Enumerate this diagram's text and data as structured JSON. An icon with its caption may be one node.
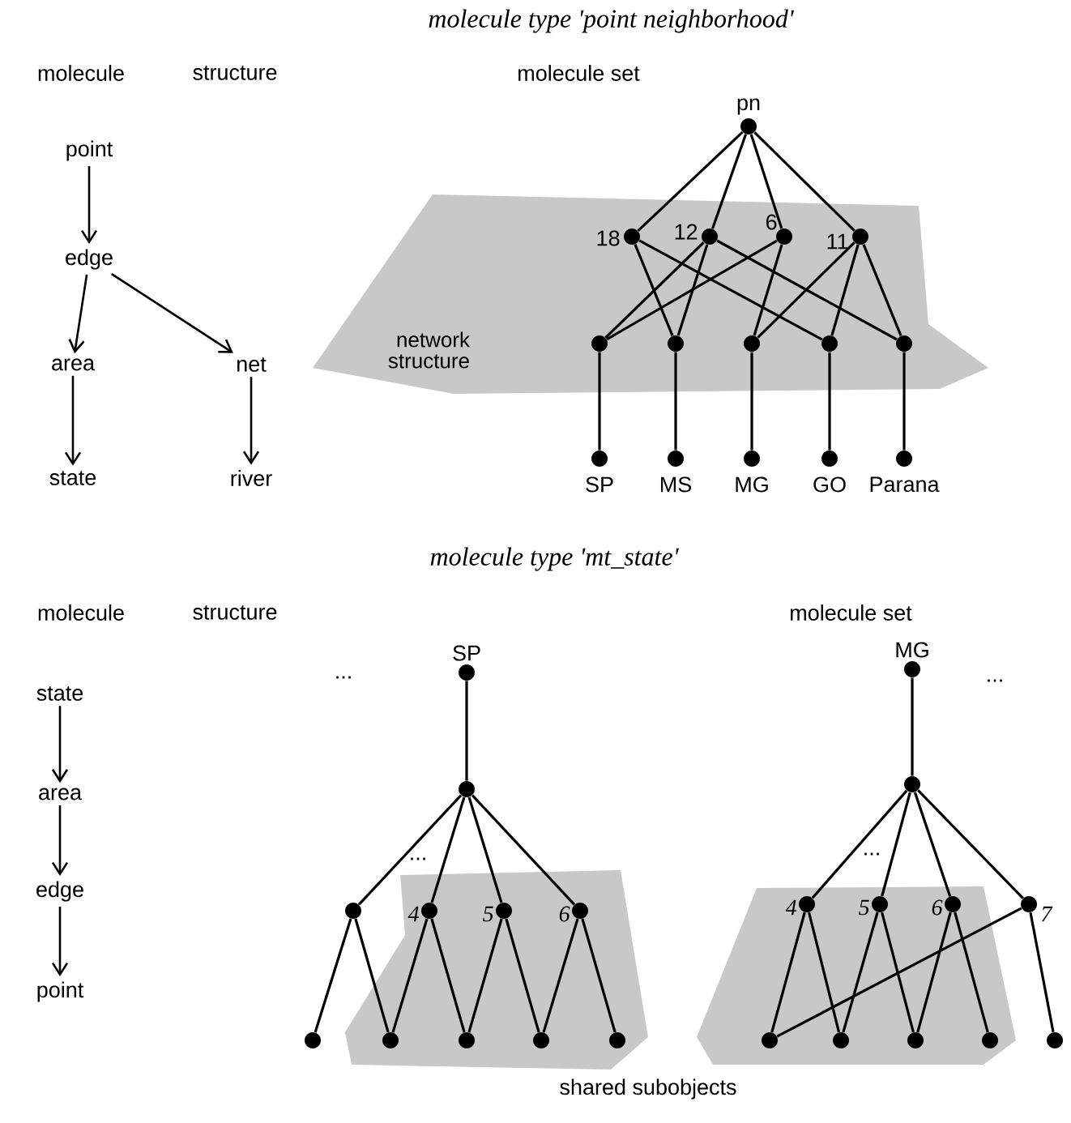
{
  "diagram": {
    "nodes": [
      {
        "text": [
          "point"
        ]
      },
      {
        "text": [
          "edge"
        ]
      },
      {
        "text": [
          "area"
        ]
      },
      {
        "text": [
          "net"
        ]
      },
      {
        "text": [
          "state"
        ]
      },
      {
        "text": [
          "river"
        ]
      },
      {
        "text": [
          "network structure"
        ]
      },
      {
        "text": [],
        "shape": "circle",
        "beside": [
          "pn"
        ]
      },
      {
        "text": [],
        "shape": "circle",
        "beside": [
          "18"
        ],
        "in": 6
      },
      {
        "text": [],
        "shape": "circle",
        "beside": [
          "12"
        ],
        "in": 6
      },
      {
        "text": [],
        "shape": "circle",
        "beside": [
          "6"
        ],
        "in": 6
      },
      {
        "text": [],
        "shape": "circle",
        "beside": [
          "11"
        ],
        "in": 6
      },
      {
        "text": [],
        "shape": "circle",
        "in": 6
      },
      {
        "text": [],
        "shape": "circle",
        "in": 6
      },
      {
        "text": [],
        "shape": "circle",
        "in": 6
      },
      {
        "text": [],
        "shape": "circle",
        "in": 6
      },
      {
        "text": [],
        "shape": "circle",
        "in": 6
      },
      {
        "text": [],
        "shape": "circle",
        "beside": [
          "SP"
        ]
      },
      {
        "text": [],
        "shape": "circle",
        "beside": [
          "MS"
        ]
      },
      {
        "text": [],
        "shape": "circle",
        "beside": [
          "MG"
        ]
      },
      {
        "text": [],
        "shape": "circle",
        "beside": [
          "GO"
        ]
      },
      {
        "text": [],
        "shape": "circle",
        "beside": [
          "Parana"
        ]
      },
      {
        "text": [
          "state"
        ]
      },
      {
        "text": [
          "area"
        ]
      },
      {
        "text": [
          "edge"
        ]
      },
      {
        "text": [
          "point"
        ]
      },
      {
        "text": [],
        "shape": "circle",
        "beside": [
          "SP"
        ]
      },
      {
        "text": [],
        "shape": "circle"
      },
      {
        "text": [],
        "shape": "circle"
      },
      {
        "text": [],
        "shape": "circle",
        "beside": [
          "4"
        ]
      },
      {
        "text": [],
        "shape": "circle",
        "beside": [
          "5"
        ]
      },
      {
        "text": [],
        "shape": "circle",
        "beside": [
          "6"
        ]
      },
      {
        "text": [],
        "shape": "circle"
      },
      {
        "text": [],
        "shape": "circle"
      },
      {
        "text": [],
        "shape": "circle"
      },
      {
        "text": [],
        "shape": "circle"
      },
      {
        "text": [],
        "shape": "circle"
      },
      {
        "text": [],
        "shape": "circle",
        "beside": [
          "MG"
        ]
      },
      {
        "text": [],
        "shape": "circle"
      },
      {
        "text": [],
        "shape": "circle",
        "beside": [
          "4"
        ]
      },
      {
        "text": [],
        "shape": "circle",
        "beside": [
          "5"
        ]
      },
      {
        "text": [],
        "shape": "circle",
        "beside": [
          "6"
        ]
      },
      {
        "text": [],
        "shape": "circle",
        "beside": [
          "7"
        ]
      },
      {
        "text": [],
        "shape": "circle"
      },
      {
        "text": [],
        "shape": "circle"
      },
      {
        "text": [],
        "shape": "circle"
      },
      {
        "text": [],
        "shape": "circle"
      },
      {
        "text": [],
        "shape": "circle"
      }
    ],
    "edges": [
      {
        "from": 0,
        "to": 1,
        "arrow": "to"
      },
      {
        "from": 1,
        "to": 2,
        "arrow": "to"
      },
      {
        "from": 1,
        "to": 3,
        "arrow": "to"
      },
      {
        "from": 2,
        "to": 4,
        "arrow": "to"
      },
      {
        "from": 3,
        "to": 5,
        "arrow": "to"
      },
      {
        "from": 7,
        "to": 8,
        "arrow": "none"
      },
      {
        "from": 7,
        "to": 9,
        "arrow": "none"
      },
      {
        "from": 7,
        "to": 10,
        "arrow": "none"
      },
      {
        "from": 7,
        "to": 11,
        "arrow": "none"
      },
      {
        "from": 9,
        "to": 12,
        "arrow": "none"
      },
      {
        "from": 10,
        "to": 12,
        "arrow": "none"
      },
      {
        "from": 8,
        "to": 13,
        "arrow": "none"
      },
      {
        "from": 9,
        "to": 13,
        "arrow": "none"
      },
      {
        "from": 10,
        "to": 14,
        "arrow": "none"
      },
      {
        "from": 11,
        "to": 14,
        "arrow": "none"
      },
      {
        "from": 8,
        "to": 15,
        "arrow": "none"
      },
      {
        "from": 11,
        "to": 15,
        "arrow": "none"
      },
      {
        "from": 9,
        "to": 16,
        "arrow": "none"
      },
      {
        "from": 11,
        "to": 16,
        "arrow": "none"
      },
      {
        "from": 12,
        "to": 17,
        "arrow": "none"
      },
      {
        "from": 13,
        "to": 18,
        "arrow": "none"
      },
      {
        "from": 14,
        "to": 19,
        "arrow": "none"
      },
      {
        "from": 15,
        "to": 20,
        "arrow": "none"
      },
      {
        "from": 16,
        "to": 21,
        "arrow": "none"
      },
      {
        "from": 22,
        "to": 23,
        "arrow": "to"
      },
      {
        "from": 23,
        "to": 24,
        "arrow": "to"
      },
      {
        "from": 24,
        "to": 25,
        "arrow": "to"
      },
      {
        "from": 26,
        "to": 27,
        "arrow": "none"
      },
      {
        "from": 27,
        "to": 28,
        "arrow": "none"
      },
      {
        "from": 27,
        "to": 29,
        "arrow": "none"
      },
      {
        "from": 27,
        "to": 30,
        "arrow": "none"
      },
      {
        "from": 27,
        "to": 31,
        "arrow": "none"
      },
      {
        "from": 28,
        "to": 32,
        "arrow": "none"
      },
      {
        "from": 28,
        "to": 33,
        "arrow": "none"
      },
      {
        "from": 29,
        "to": 33,
        "arrow": "none"
      },
      {
        "from": 29,
        "to": 34,
        "arrow": "none"
      },
      {
        "from": 30,
        "to": 34,
        "arrow": "none"
      },
      {
        "from": 30,
        "to": 35,
        "arrow": "none"
      },
      {
        "from": 31,
        "to": 35,
        "arrow": "none"
      },
      {
        "from": 31,
        "to": 36,
        "arrow": "none"
      },
      {
        "from": 37,
        "to": 38,
        "arrow": "none"
      },
      {
        "from": 38,
        "to": 39,
        "arrow": "none"
      },
      {
        "from": 38,
        "to": 40,
        "arrow": "none"
      },
      {
        "from": 38,
        "to": 41,
        "arrow": "none"
      },
      {
        "from": 38,
        "to": 42,
        "arrow": "none"
      },
      {
        "from": 39,
        "to": 43,
        "arrow": "none"
      },
      {
        "from": 39,
        "to": 44,
        "arrow": "none"
      },
      {
        "from": 40,
        "to": 44,
        "arrow": "none"
      },
      {
        "from": 40,
        "to": 45,
        "arrow": "none"
      },
      {
        "from": 41,
        "to": 45,
        "arrow": "none"
      },
      {
        "from": 41,
        "to": 46,
        "arrow": "none"
      },
      {
        "from": 42,
        "to": 43,
        "arrow": "none"
      },
      {
        "from": 42,
        "to": 47,
        "arrow": "none"
      }
    ],
    "labels": [
      "molecule type 'point neighborhood'",
      "molecule",
      "structure",
      "molecule set",
      "molecule type 'mt_state'",
      "molecule",
      "structure",
      "molecule set",
      "...",
      "...",
      "...",
      "...",
      "shared subobjects"
    ]
  }
}
